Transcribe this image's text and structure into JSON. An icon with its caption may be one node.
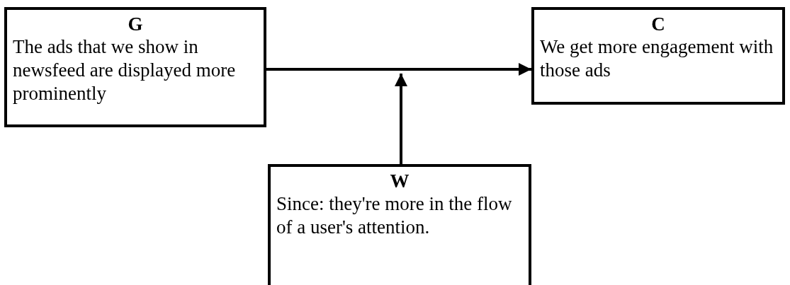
{
  "diagram": {
    "nodes": [
      {
        "text": [
          "G",
          "The ads that we show in newsfeed are displayed more prominently"
        ]
      },
      {
        "text": [
          "C",
          "We get more engagement with those ads"
        ]
      },
      {
        "text": [
          "W",
          "Since: they're more in the flow of a user's attention."
        ]
      }
    ],
    "edges": [
      {
        "from": 0,
        "to": 1,
        "arrow": "to"
      },
      {
        "from": 2,
        "to": null,
        "arrow": "to"
      }
    ]
  }
}
